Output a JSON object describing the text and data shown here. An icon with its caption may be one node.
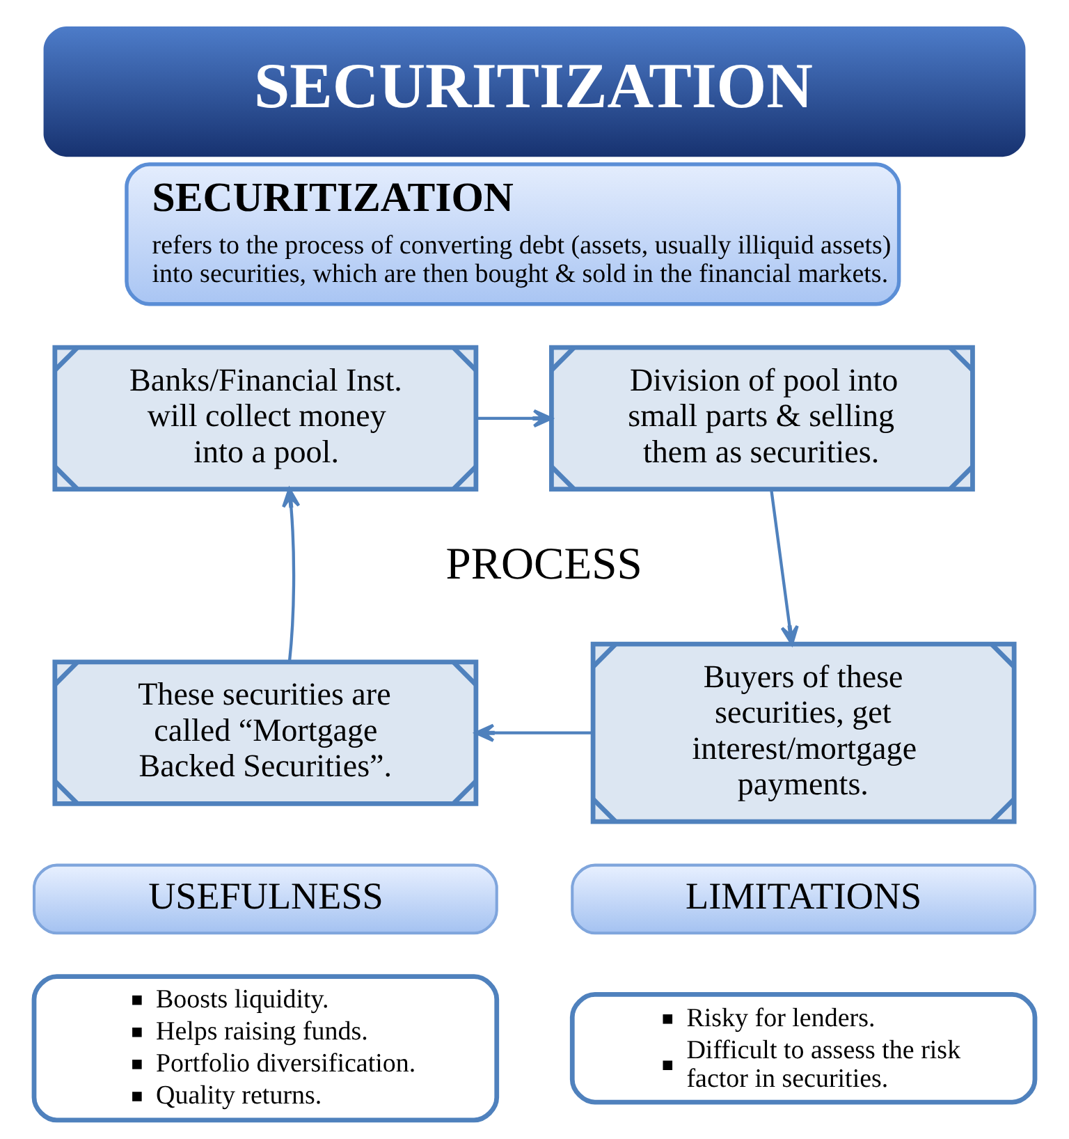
{
  "diagram": {
    "title": "SECURITIZATION",
    "nodes": [
      {
        "text": [
          "SECURITIZATION",
          "refers to the process of converting debt (assets, usually illiquid assets) into securities, which are then bought & sold in the financial markets."
        ]
      },
      {
        "text": [
          "Banks/Financial Inst. will collect money into a pool."
        ]
      },
      {
        "text": [
          "Division of pool into small parts & selling them as securities."
        ]
      },
      {
        "text": [
          "These securities are called “Mortgage Backed Securities”."
        ]
      },
      {
        "text": [
          "Buyers of these securities, get interest/mortgage payments."
        ]
      },
      {
        "text": [
          "USEFULNESS"
        ]
      },
      {
        "text": [
          "LIMITATIONS"
        ]
      },
      {
        "text": [
          "Boosts liquidity.",
          "Helps raising funds.",
          "Portfolio diversification.",
          "Quality returns."
        ]
      },
      {
        "text": [
          "Risky for lenders.",
          "Difficult to assess the risk factor in securities."
        ]
      }
    ],
    "edges": [
      {
        "from": 1,
        "to": 2,
        "arrow": "to"
      },
      {
        "from": 2,
        "to": 4,
        "arrow": "to"
      },
      {
        "from": 4,
        "to": 3,
        "arrow": "to"
      },
      {
        "from": 3,
        "to": 1,
        "arrow": "to"
      }
    ],
    "labels": [
      "PROCESS"
    ]
  }
}
